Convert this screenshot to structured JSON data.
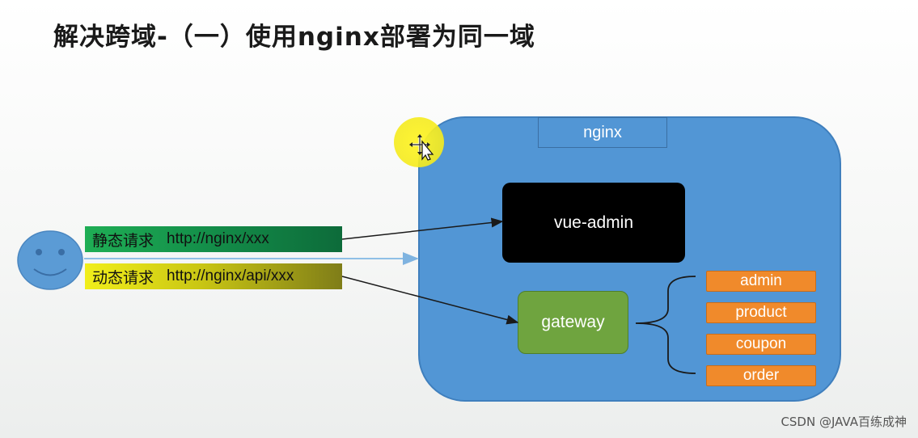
{
  "title": "解决跨域-（一）使用nginx部署为同一域",
  "nginx": {
    "label": "nginx"
  },
  "vue_admin": {
    "label": "vue-admin"
  },
  "gateway": {
    "label": "gateway"
  },
  "services": [
    "admin",
    "product",
    "coupon",
    "order"
  ],
  "requests": {
    "static": {
      "label": "静态请求",
      "url": "http://nginx/xxx"
    },
    "dynamic": {
      "label": "动态请求",
      "url": "http://nginx/api/xxx"
    }
  },
  "user": {
    "icon": "smiley-face-icon"
  },
  "watermark": "CSDN @JAVA百练成神",
  "colors": {
    "nginx_fill": "#5296d5",
    "vue_admin_fill": "#000000",
    "gateway_fill": "#6fa43f",
    "service_fill": "#f08a2b",
    "static_request": "#1fae55",
    "dynamic_request": "#f1ee1a",
    "face_fill": "#5b9bd5",
    "cursor_highlight": "#fff528"
  }
}
